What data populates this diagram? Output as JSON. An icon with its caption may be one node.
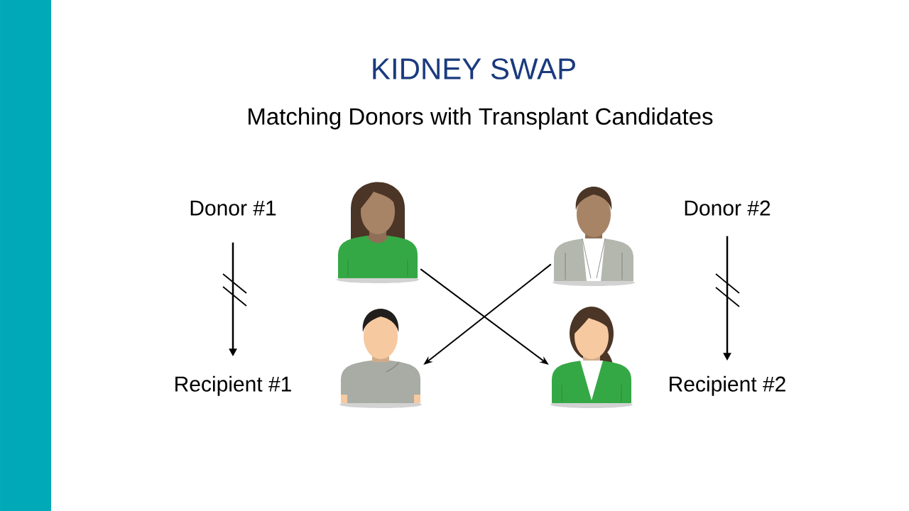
{
  "diagram": {
    "title": "KIDNEY SWAP",
    "nodes": [
      {
        "text": [
          "Donor #1"
        ]
      },
      {
        "text": [],
        "shape": "person"
      },
      {
        "text": [],
        "shape": "person"
      },
      {
        "text": [
          "Donor #2"
        ]
      },
      {
        "text": [
          "Recipient #1"
        ]
      },
      {
        "text": [],
        "shape": "person"
      },
      {
        "text": [],
        "shape": "person"
      },
      {
        "text": [
          "Recipient #2"
        ]
      }
    ],
    "edges": [
      {
        "from": 0,
        "to": 4,
        "arrow": "to"
      },
      {
        "from": 1,
        "to": 6,
        "arrow": "to"
      },
      {
        "from": 2,
        "to": 5,
        "arrow": "to"
      },
      {
        "from": 3,
        "to": 7,
        "arrow": "to"
      }
    ],
    "labels": [
      "Matching Donors with Transplant Candidates"
    ]
  }
}
